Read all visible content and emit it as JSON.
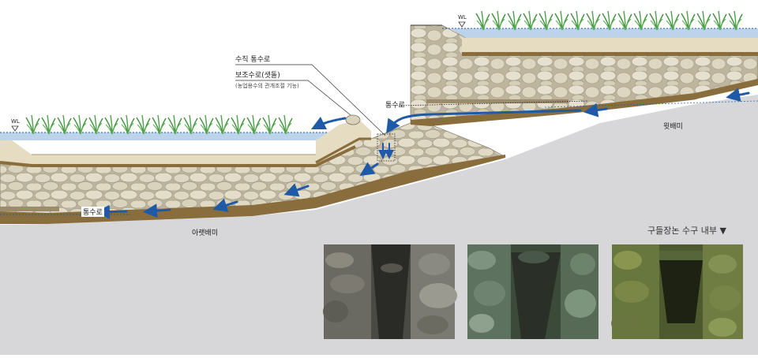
{
  "labels": {
    "wl_left": "WL",
    "wl_right": "WL",
    "vertical_channel": "수직 통수로",
    "aux_channel": "보조수로(샛돌)",
    "aux_channel_note": "(농업용수의 관개조절 기능)",
    "channel_upper": "통수로",
    "channel_lower": "통수로",
    "upper_paddy": "윗배미",
    "lower_paddy": "아랫배미",
    "photos_caption": "구들장논 수구 내부 ▼"
  },
  "colors": {
    "ground": "#d7d7d9",
    "water": "#bcd3ea",
    "soil": "#e6dcc2",
    "clay": "#8a6d3c",
    "stone": "#d8d2bd",
    "plant": "#3f8f3c",
    "arrow": "#1f5aa8"
  },
  "photos": [
    {
      "name": "photo-inlet-1",
      "tone": "stone-grey"
    },
    {
      "name": "photo-inlet-2",
      "tone": "moss-green"
    },
    {
      "name": "photo-inlet-3",
      "tone": "dark-moss"
    }
  ]
}
